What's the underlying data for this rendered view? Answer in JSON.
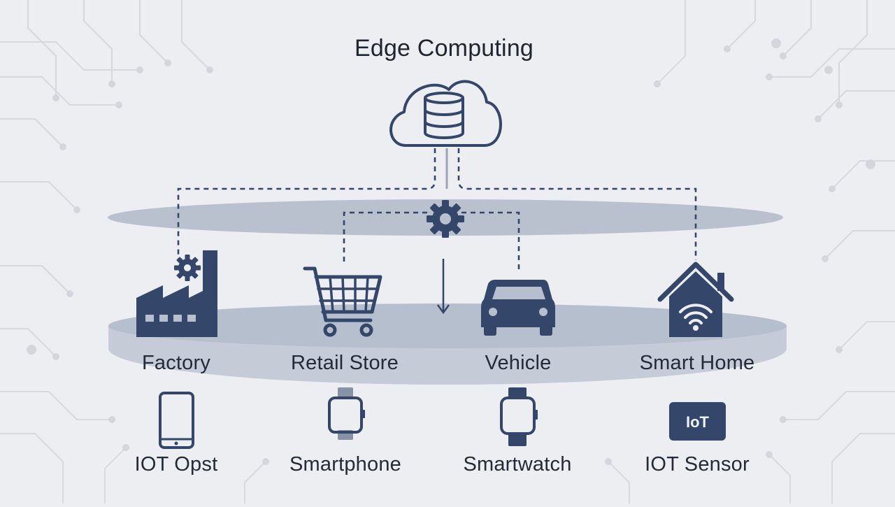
{
  "title": "Edge Computing",
  "colors": {
    "background": "#eceef1",
    "icon": "#34466a",
    "disc": "#c3cad6",
    "circuit": "#d2d6dc"
  },
  "hub": {
    "cloud_icon": "cloud-database-icon",
    "edge_icon": "gear-icon"
  },
  "locations": [
    {
      "label": "Factory",
      "icon": "factory-icon"
    },
    {
      "label": "Retail Store",
      "icon": "shopping-cart-icon"
    },
    {
      "label": "Vehicle",
      "icon": "car-icon"
    },
    {
      "label": "Smart Home",
      "icon": "smart-home-icon"
    }
  ],
  "devices": [
    {
      "label": "IOT Opst",
      "icon": "phone-icon"
    },
    {
      "label": "Smartphone",
      "icon": "smartwatch-icon"
    },
    {
      "label": "Smartwatch",
      "icon": "smartwatch-icon"
    },
    {
      "label": "IOT Sensor",
      "icon": "iot-chip-icon",
      "badge": "IoT"
    }
  ]
}
